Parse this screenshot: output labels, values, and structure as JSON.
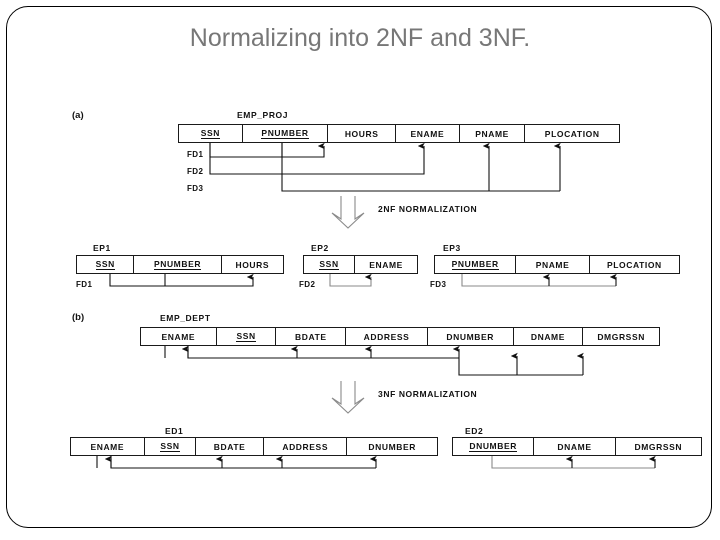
{
  "slide": {
    "title": "Normalizing into 2NF and 3NF.",
    "title_color": "#777777",
    "frame_color": "#000000",
    "background": "#ffffff"
  },
  "sections": [
    {
      "label": "(a)",
      "source_relation": {
        "name": "EMP_PROJ",
        "columns": [
          {
            "text": "SSN",
            "key": true
          },
          {
            "text": "PNUMBER",
            "key": true
          },
          {
            "text": "HOURS",
            "key": false
          },
          {
            "text": "ENAME",
            "key": false
          },
          {
            "text": "PNAME",
            "key": false
          },
          {
            "text": "PLOCATION",
            "key": false
          }
        ]
      },
      "dependencies": [
        {
          "label": "FD1",
          "from": [
            "SSN",
            "PNUMBER"
          ],
          "to": [
            "HOURS"
          ]
        },
        {
          "label": "FD2",
          "from": [
            "SSN"
          ],
          "to": [
            "ENAME"
          ]
        },
        {
          "label": "FD3",
          "from": [
            "PNUMBER"
          ],
          "to": [
            "PNAME",
            "PLOCATION"
          ]
        }
      ],
      "normalization_label": "2NF NORMALIZATION",
      "result_relations": [
        {
          "name": "EP1",
          "fd_label": "FD1",
          "columns": [
            {
              "text": "SSN",
              "key": true
            },
            {
              "text": "PNUMBER",
              "key": true
            },
            {
              "text": "HOURS",
              "key": false
            }
          ]
        },
        {
          "name": "EP2",
          "fd_label": "FD2",
          "columns": [
            {
              "text": "SSN",
              "key": true
            },
            {
              "text": "ENAME",
              "key": false
            }
          ]
        },
        {
          "name": "EP3",
          "fd_label": "FD3",
          "columns": [
            {
              "text": "PNUMBER",
              "key": true
            },
            {
              "text": "PNAME",
              "key": false
            },
            {
              "text": "PLOCATION",
              "key": false
            }
          ]
        }
      ]
    },
    {
      "label": "(b)",
      "source_relation": {
        "name": "EMP_DEPT",
        "columns": [
          {
            "text": "ENAME",
            "key": false
          },
          {
            "text": "SSN",
            "key": true
          },
          {
            "text": "BDATE",
            "key": false
          },
          {
            "text": "ADDRESS",
            "key": false
          },
          {
            "text": "DNUMBER",
            "key": false
          },
          {
            "text": "DNAME",
            "key": false
          },
          {
            "text": "DMGRSSN",
            "key": false
          }
        ]
      },
      "dependencies": [
        {
          "label": "",
          "from": [
            "SSN"
          ],
          "to": [
            "ENAME",
            "BDATE",
            "ADDRESS",
            "DNUMBER"
          ]
        },
        {
          "label": "",
          "from": [
            "DNUMBER"
          ],
          "to": [
            "DNAME",
            "DMGRSSN"
          ]
        }
      ],
      "normalization_label": "3NF NORMALIZATION",
      "result_relations": [
        {
          "name": "ED1",
          "fd_label": "",
          "columns": [
            {
              "text": "ENAME",
              "key": false
            },
            {
              "text": "SSN",
              "key": true
            },
            {
              "text": "BDATE",
              "key": false
            },
            {
              "text": "ADDRESS",
              "key": false
            },
            {
              "text": "DNUMBER",
              "key": false
            }
          ]
        },
        {
          "name": "ED2",
          "fd_label": "",
          "columns": [
            {
              "text": "DNUMBER",
              "key": true
            },
            {
              "text": "DNAME",
              "key": false
            },
            {
              "text": "DMGRSSN",
              "key": false
            }
          ]
        }
      ]
    }
  ]
}
